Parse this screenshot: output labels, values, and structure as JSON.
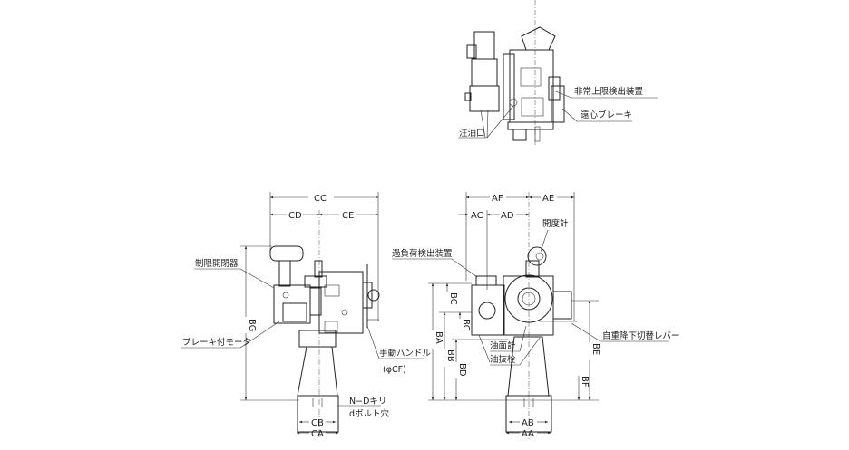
{
  "top_view": {
    "labels": {
      "emergency_limit": "非常上限検出装置",
      "centrifugal_brake": "遠心ブレーキ",
      "oil_inlet": "注油口"
    }
  },
  "side_view": {
    "dims": {
      "CC": "CC",
      "CD": "CD",
      "CE": "CE",
      "BG": "BG",
      "CB": "CB",
      "CA": "CA"
    },
    "labels": {
      "limit_switch": "制限開閉器",
      "brake_motor": "ブレーキ付モータ",
      "hand_wheel": "手動ハンドル",
      "hand_wheel_dia": "(φCF)",
      "drill_holes": "N−Dキリ",
      "bolt_holes": "dボルト穴"
    }
  },
  "front_view": {
    "dims": {
      "AF": "AF",
      "AE": "AE",
      "AC": "AC",
      "AD": "AD",
      "BA": "BA",
      "BB": "BB",
      "BC1": "BC",
      "BC2": "BC",
      "BD": "BD",
      "BE": "BE",
      "BF": "BF",
      "AB": "AB",
      "AA": "AA"
    },
    "labels": {
      "overload_detector": "過負荷検出装置",
      "position_indicator": "開度計",
      "oil_gauge": "油面計",
      "drain_plug": "油抜栓",
      "gravity_lever": "自重降下切替レバー"
    }
  }
}
